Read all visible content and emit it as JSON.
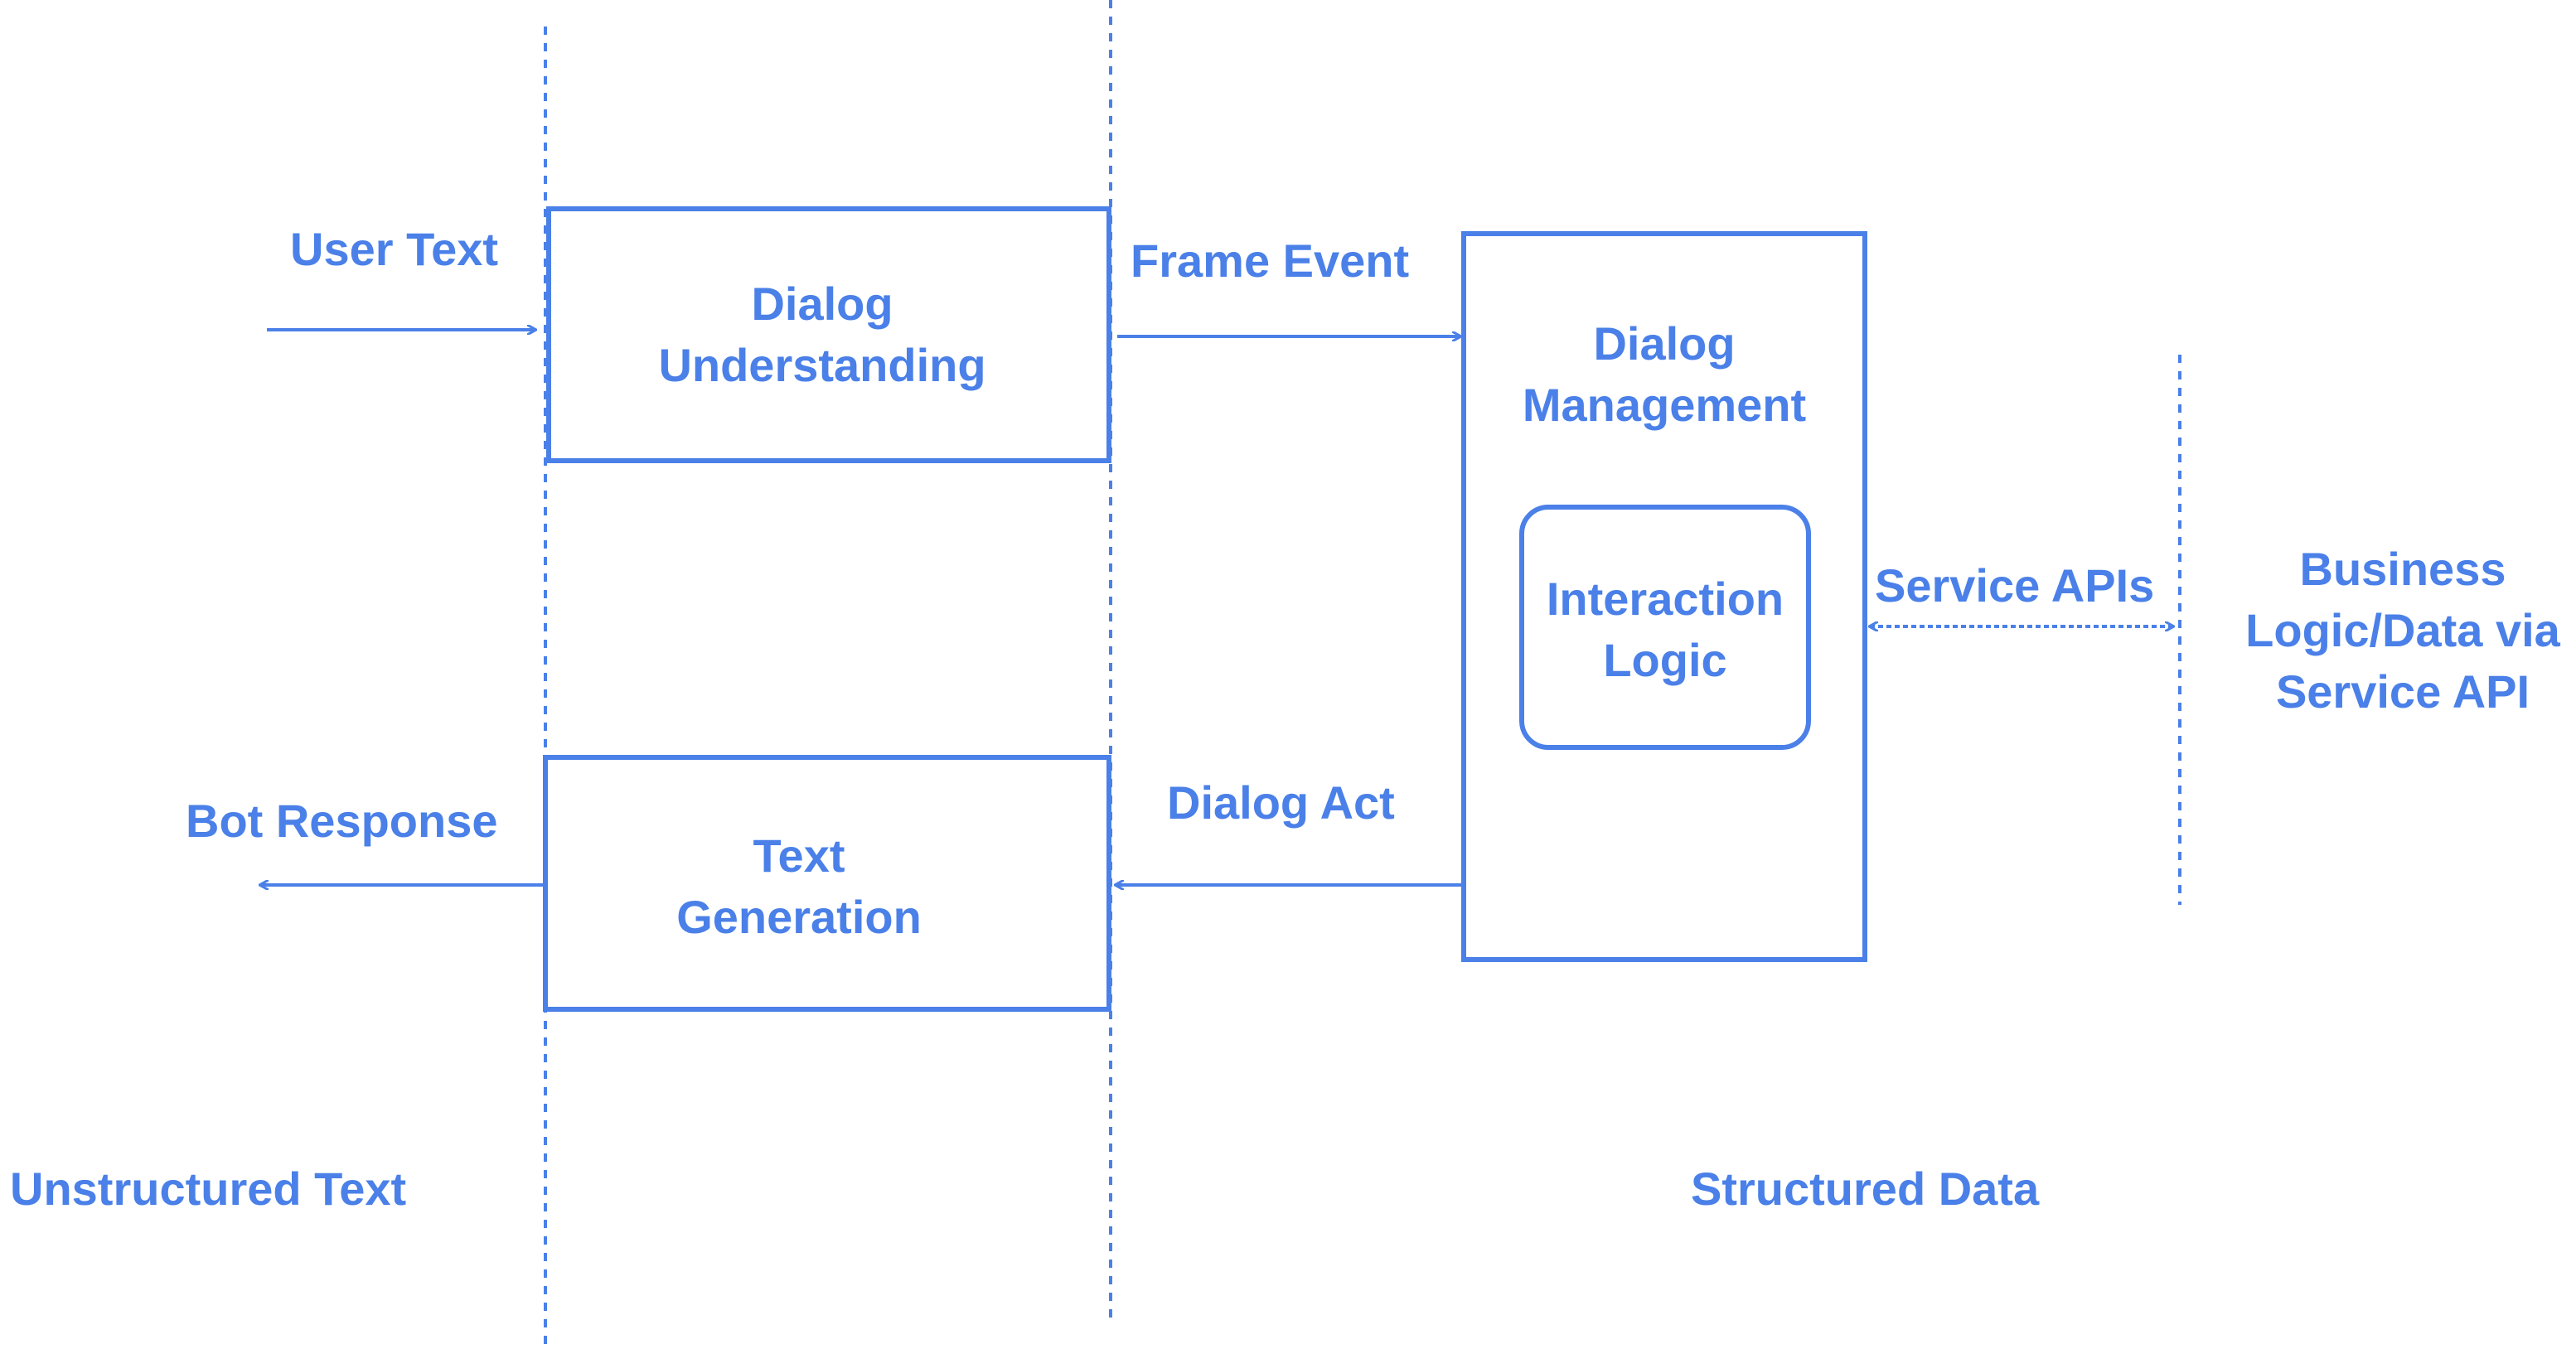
{
  "colors": {
    "accent": "#4a80e8",
    "background": "#ffffff"
  },
  "labels": {
    "user_text": "User Text",
    "frame_event": "Frame Event",
    "service_apis": "Service APIs",
    "dialog_act": "Dialog Act",
    "bot_response": "Bot Response",
    "unstructured_text": "Unstructured Text",
    "structured_data": "Structured Data",
    "business_logic": [
      "Business",
      "Logic/Data via",
      "Service API"
    ]
  },
  "boxes": {
    "dialog_understanding": [
      "Dialog",
      "Understanding"
    ],
    "dialog_management": [
      "Dialog",
      "Management"
    ],
    "interaction_logic": [
      "Interaction",
      "Logic"
    ],
    "text_generation": [
      "Text",
      "Generation"
    ]
  },
  "arrows": [
    {
      "id": "user-text-arrow",
      "from": "user_text",
      "to": "dialog_understanding",
      "direction": "right"
    },
    {
      "id": "frame-event-arrow",
      "from": "dialog_understanding",
      "to": "dialog_management",
      "direction": "right"
    },
    {
      "id": "dialog-act-arrow",
      "from": "dialog_management",
      "to": "text_generation",
      "direction": "left"
    },
    {
      "id": "bot-response-arrow",
      "from": "text_generation",
      "to": "bot_response",
      "direction": "left"
    },
    {
      "id": "service-apis-arrow",
      "from": "dialog_management",
      "to": "business_logic",
      "direction": "both"
    }
  ]
}
